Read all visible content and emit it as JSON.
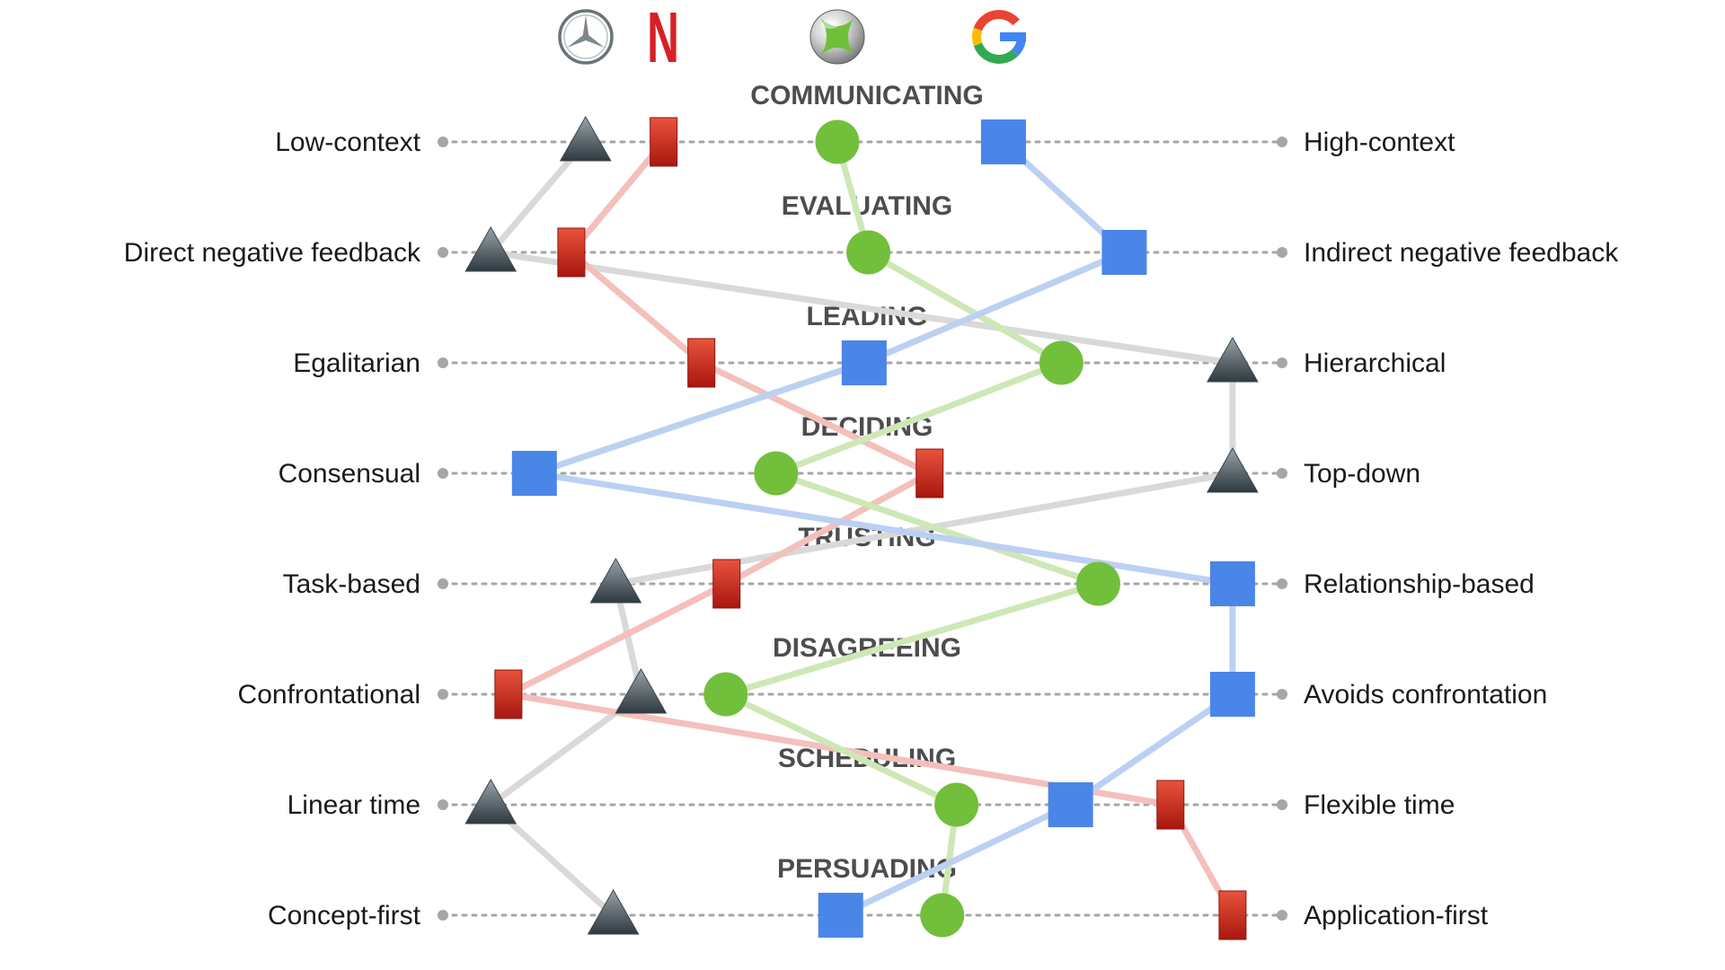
{
  "companies": [
    {
      "name": "mercedes",
      "icon": "mercedes-logo-icon"
    },
    {
      "name": "netflix",
      "icon": "netflix-logo-icon",
      "logo_letter": "N"
    },
    {
      "name": "xbox",
      "icon": "xbox-logo-icon"
    },
    {
      "name": "google",
      "icon": "google-logo-icon",
      "logo_letter": "G"
    }
  ],
  "colors": {
    "mercedes": "#5d686e",
    "netflix": "#c8281e",
    "xbox": "#72bf3c",
    "google": "#4a86e8",
    "mercedes_line": "#d9d9d9",
    "netflix_line": "#f3c0bb",
    "xbox_line": "#cde8b5",
    "google_line": "#bcd0f4",
    "dots": "#a6a6a6",
    "heading": "#4d4d4d",
    "label": "#1a1a1a"
  },
  "scales": [
    {
      "heading": "COMMUNICATING",
      "left": "Low-context",
      "right": "High-context",
      "values": {
        "mercedes": 0.17,
        "netflix": 0.263,
        "xbox": 0.47,
        "google": 0.668
      }
    },
    {
      "heading": "EVALUATING",
      "left": "Direct negative feedback",
      "right": "Indirect negative feedback",
      "values": {
        "mercedes": 0.057,
        "netflix": 0.153,
        "xbox": 0.507,
        "google": 0.812
      }
    },
    {
      "heading": "LEADING",
      "left": "Egalitarian",
      "right": "Hierarchical",
      "values": {
        "mercedes": 0.941,
        "netflix": 0.308,
        "xbox": 0.737,
        "google": 0.502
      }
    },
    {
      "heading": "DECIDING",
      "left": "Consensual",
      "right": "Top-down",
      "values": {
        "mercedes": 0.941,
        "netflix": 0.58,
        "xbox": 0.397,
        "google": 0.109
      }
    },
    {
      "heading": "TRUSTING",
      "left": "Task-based",
      "right": "Relationship-based",
      "values": {
        "mercedes": 0.206,
        "netflix": 0.338,
        "xbox": 0.781,
        "google": 0.941
      }
    },
    {
      "heading": "DISAGREEING",
      "left": "Confrontational",
      "right": "Avoids confrontation",
      "values": {
        "mercedes": 0.236,
        "netflix": 0.078,
        "xbox": 0.337,
        "google": 0.941
      }
    },
    {
      "heading": "SCHEDULING",
      "left": "Linear time",
      "right": "Flexible time",
      "values": {
        "mercedes": 0.057,
        "netflix": 0.867,
        "xbox": 0.612,
        "google": 0.748
      }
    },
    {
      "heading": "PERSUADING",
      "left": "Concept-first",
      "right": "Application-first",
      "values": {
        "mercedes": 0.203,
        "netflix": 0.941,
        "xbox": 0.595,
        "google": 0.474
      }
    }
  ]
}
